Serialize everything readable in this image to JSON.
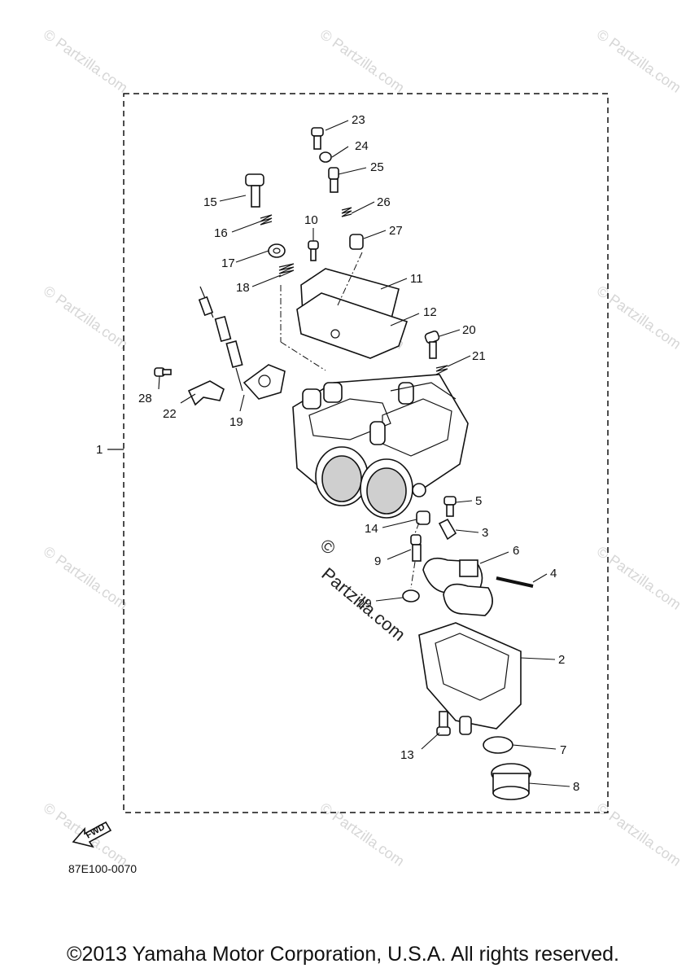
{
  "callouts": {
    "c1": "1",
    "c2": "2",
    "c3": "3",
    "c4": "4",
    "c5": "5",
    "c6": "6",
    "c7": "7",
    "c8": "8",
    "c9": "9",
    "c10": "10",
    "c11": "11",
    "c12": "12",
    "c13": "13",
    "c14": "14",
    "c15": "15",
    "c16": "16",
    "c17": "17",
    "c18": "18",
    "c19": "19",
    "c20": "20",
    "c21": "21",
    "c22": "22",
    "c23": "23",
    "c24": "24",
    "c25": "25",
    "c26": "26",
    "c27": "27",
    "c28": "28",
    "c29": "29"
  },
  "watermark": {
    "corner_text": "© Partzilla.com",
    "center_symbol": "©",
    "center_text": "Partzilla.com"
  },
  "fwd_label": "FWD",
  "diagram_code": "87E100-0070",
  "copyright": "©2013 Yamaha Motor Corporation, U.S.A. All rights reserved."
}
